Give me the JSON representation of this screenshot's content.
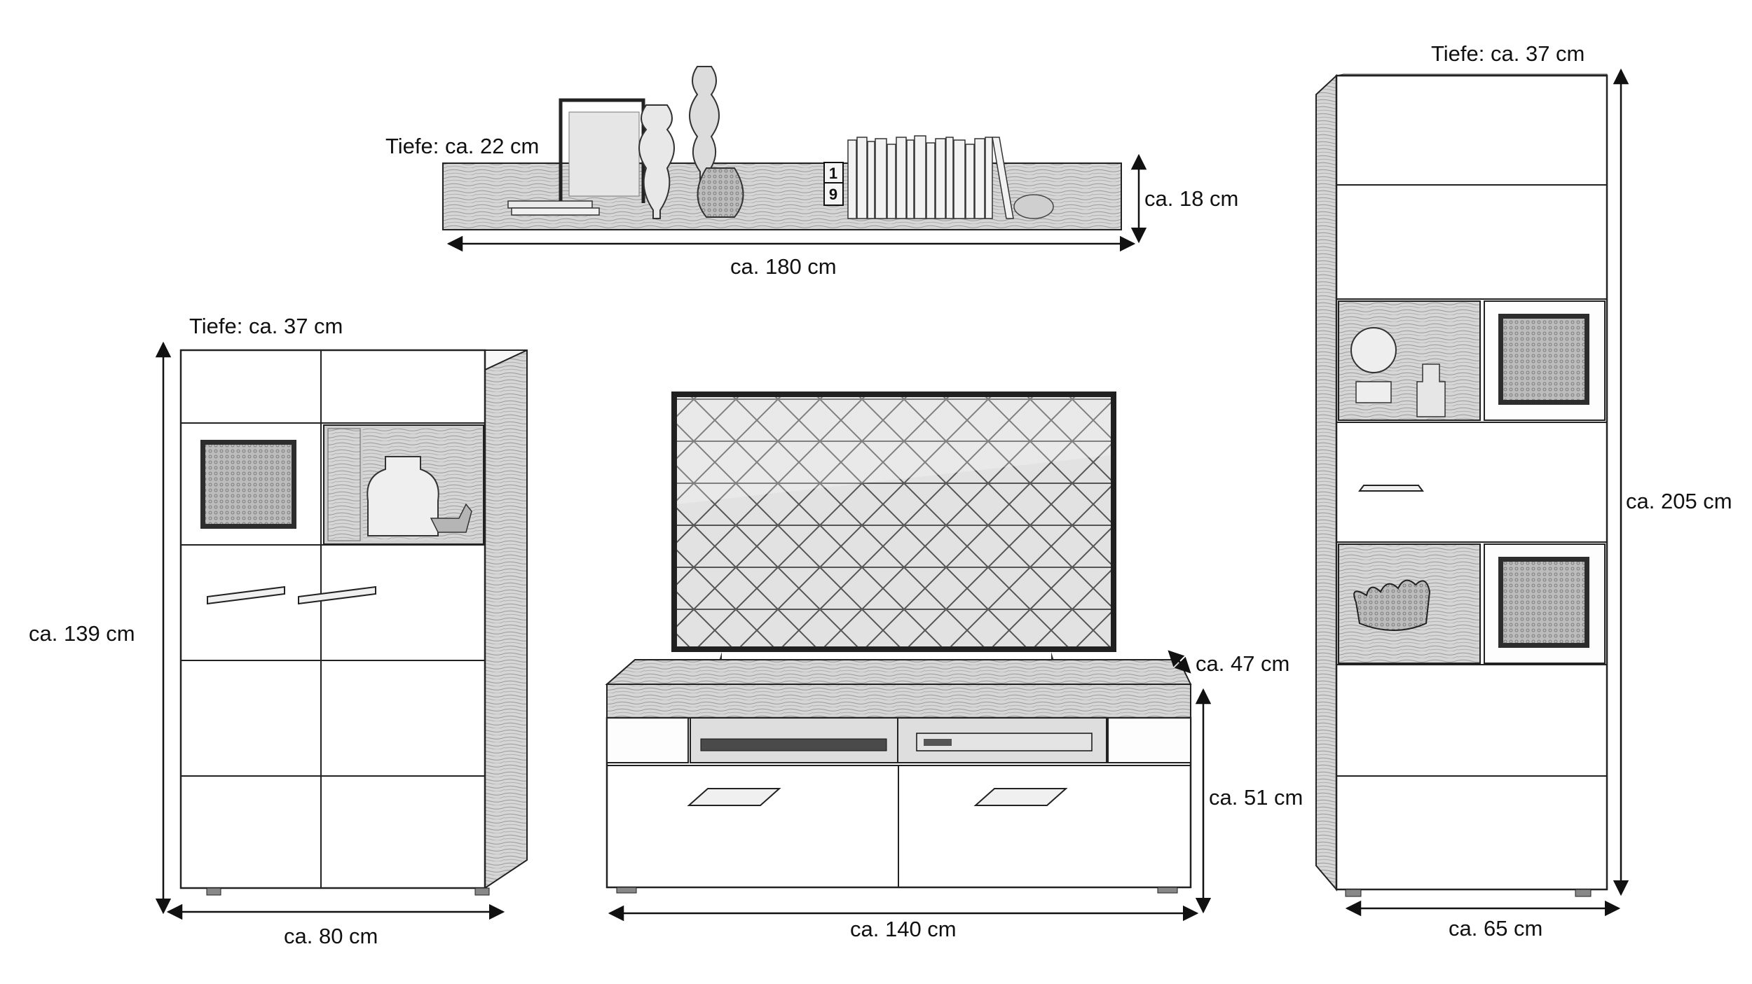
{
  "shelf": {
    "depth_label": "Tiefe: ca. 22 cm",
    "height_label": "ca. 18 cm",
    "width_label": "ca. 180 cm",
    "clock_digits": [
      "1",
      "9"
    ]
  },
  "highboard": {
    "depth_label": "Tiefe: ca. 37 cm",
    "height_label": "ca. 139 cm",
    "width_label": "ca. 80 cm"
  },
  "tv_board": {
    "depth_label": "ca. 47 cm",
    "height_label": "ca. 51 cm",
    "width_label": "ca. 140 cm"
  },
  "tall_cabinet": {
    "depth_label": "Tiefe: ca. 37 cm",
    "height_label": "ca. 205 cm",
    "width_label": "ca. 65 cm"
  },
  "colors": {
    "line": "#1a1a1a",
    "wood": "#c9c9c9",
    "glass": "#d8d8d8",
    "paper": "#ffffff"
  }
}
